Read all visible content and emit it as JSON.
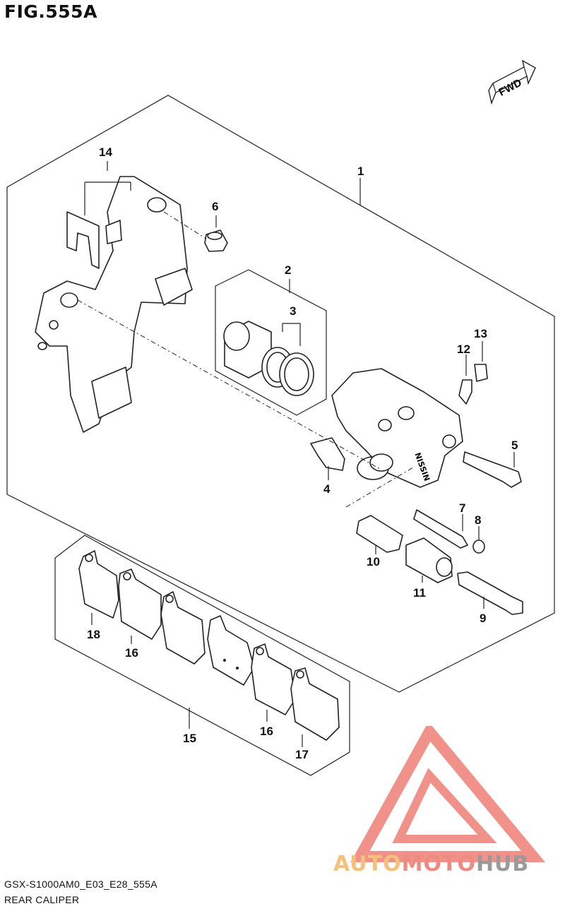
{
  "figure": {
    "title": "FIG.555A",
    "fwd_label": "FWD"
  },
  "callouts": {
    "c1": "1",
    "c2": "2",
    "c3": "3",
    "c4": "4",
    "c5": "5",
    "c6": "6",
    "c7": "7",
    "c8": "8",
    "c9": "9",
    "c10": "10",
    "c11": "11",
    "c12": "12",
    "c13": "13",
    "c14": "14",
    "c15": "15",
    "c16a": "16",
    "c16b": "16",
    "c17": "17",
    "c18": "18"
  },
  "caliper_marking": "NISSIN",
  "footer": {
    "code": "GSX-S1000AM0_E03_E28_555A",
    "name": "REAR CALIPER"
  },
  "watermark": {
    "part1": "AUTO",
    "part2": "MOTO",
    "part3": "HUB",
    "colors": {
      "auto": "#f5c07a",
      "moto": "#ef8a80",
      "hub": "#9a9a9a",
      "logo": "#ef7f76"
    }
  }
}
